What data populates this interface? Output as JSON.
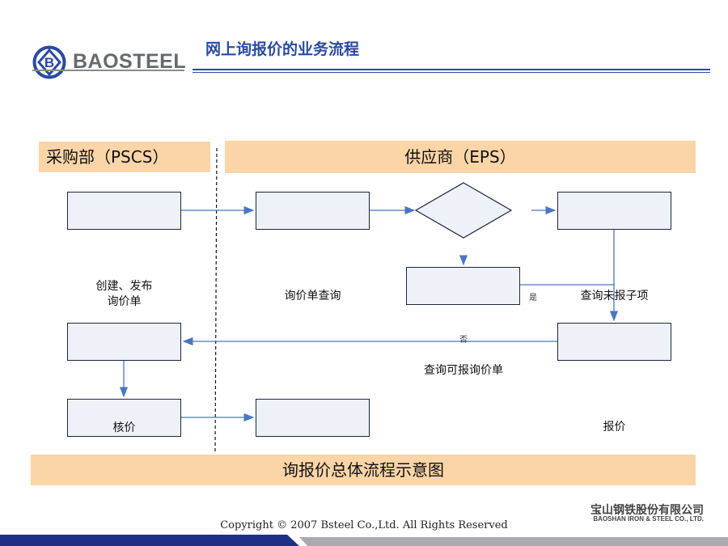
{
  "header": {
    "logo_text": "BAOSTEEL",
    "title": "网上询报价的业务流程"
  },
  "lanes": {
    "left": "采购部（PSCS）",
    "right": "供应商（EPS）"
  },
  "labels": {
    "create_publish": "创建、发布\n询价单",
    "inquiry_query": "询价单查询",
    "query_unquoted": "查询未报子项",
    "query_quotable": "查询可报询价单",
    "verify_price": "核价",
    "quote": "报价",
    "yes": "是",
    "no": "否"
  },
  "footer_band": "询报价总体流程示意图",
  "company": {
    "cn": "宝山钢铁股份有限公司",
    "en": "BAOSHAN IRON & STEEL CO., LTD."
  },
  "copyright": "Copyright © 2007 Bsteel Co.,Ltd.  All Rights Reserved",
  "colors": {
    "band": "#fbd5a8",
    "title": "#2b4aa0",
    "arrow": "#4a76c0",
    "box_border": "#1b2540"
  }
}
